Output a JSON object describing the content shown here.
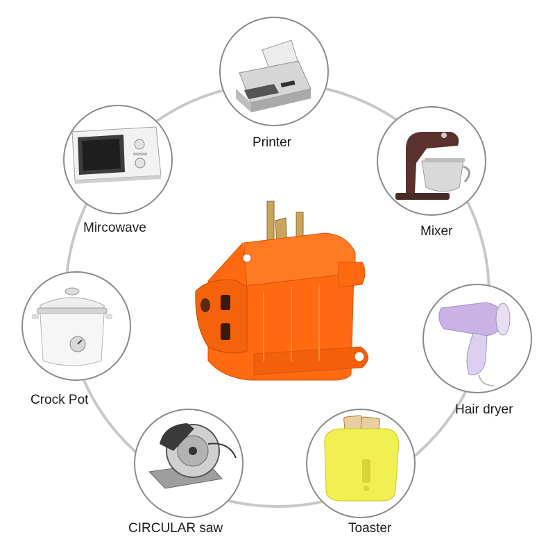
{
  "colors": {
    "background": "#ffffff",
    "ring": "#c8c8c8",
    "circle_border": "#8a8a8a",
    "adapter_orange": "#ff6a10",
    "adapter_shadow": "#e0520a",
    "prong_brass": "#c9a45a",
    "label_text": "#1a1a1a"
  },
  "center_product": {
    "icon": "orange-3-outlet-grounding-adapter"
  },
  "appliances": [
    {
      "id": "printer",
      "label": "Printer",
      "icon": "printer-icon"
    },
    {
      "id": "mixer",
      "label": "Mixer",
      "icon": "stand-mixer-icon"
    },
    {
      "id": "hair-dryer",
      "label": "Hair dryer",
      "icon": "hair-dryer-icon"
    },
    {
      "id": "toaster",
      "label": "Toaster",
      "icon": "toaster-icon"
    },
    {
      "id": "circular-saw",
      "label": "CIRCULAR saw",
      "icon": "circular-saw-icon"
    },
    {
      "id": "crock-pot",
      "label": "Crock Pot",
      "icon": "crock-pot-icon"
    },
    {
      "id": "microwave",
      "label": "Mircowave",
      "icon": "microwave-icon"
    }
  ]
}
